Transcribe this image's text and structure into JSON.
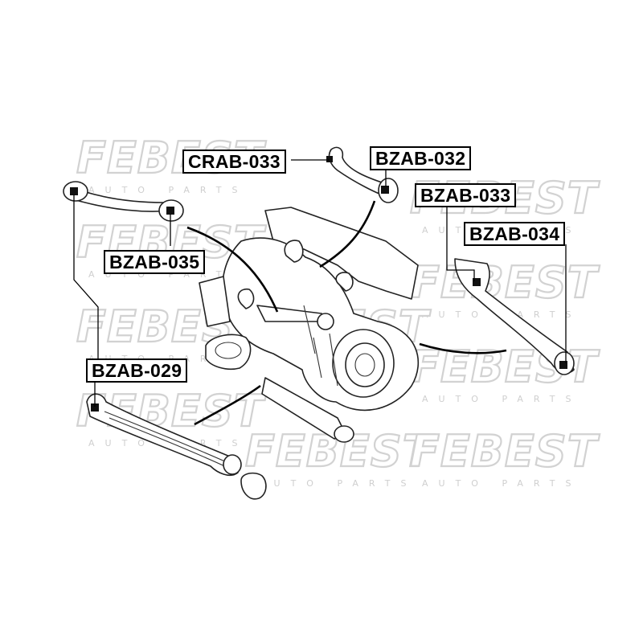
{
  "watermark": {
    "brand": "FEBEST",
    "tagline": "AUTO PARTS"
  },
  "labels": {
    "crab_033": "CRAB-033",
    "bzab_032": "BZAB-032",
    "bzab_033": "BZAB-033",
    "bzab_034": "BZAB-034",
    "bzab_035": "BZAB-035",
    "bzab_029": "BZAB-029"
  }
}
